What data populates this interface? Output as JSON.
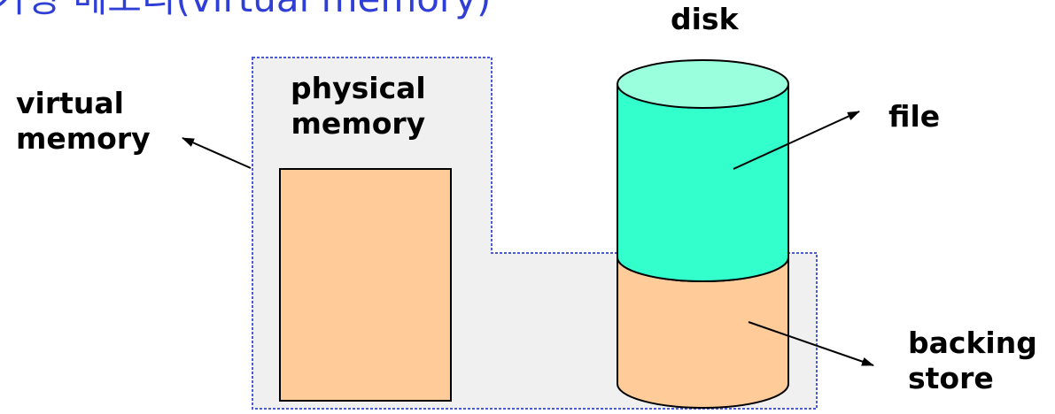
{
  "title": "가상 메모리(virtual memory)",
  "labels": {
    "disk": "disk",
    "physical_memory_line1": "physical",
    "physical_memory_line2": "memory",
    "virtual_memory_line1": "virtual",
    "virtual_memory_line2": "memory",
    "file": "file",
    "backing_store_line1": "backing",
    "backing_store_line2": "store"
  },
  "colors": {
    "title": "#2f3fd6",
    "virtual_region_fill": "#f0f0f0",
    "virtual_region_border": "#4b5bd6",
    "physical_memory_fill": "#ffcc99",
    "file_body_fill": "#33ffcc",
    "file_top_fill": "#99ffdd",
    "backing_store_fill": "#ffcc99",
    "stroke": "#000000"
  }
}
